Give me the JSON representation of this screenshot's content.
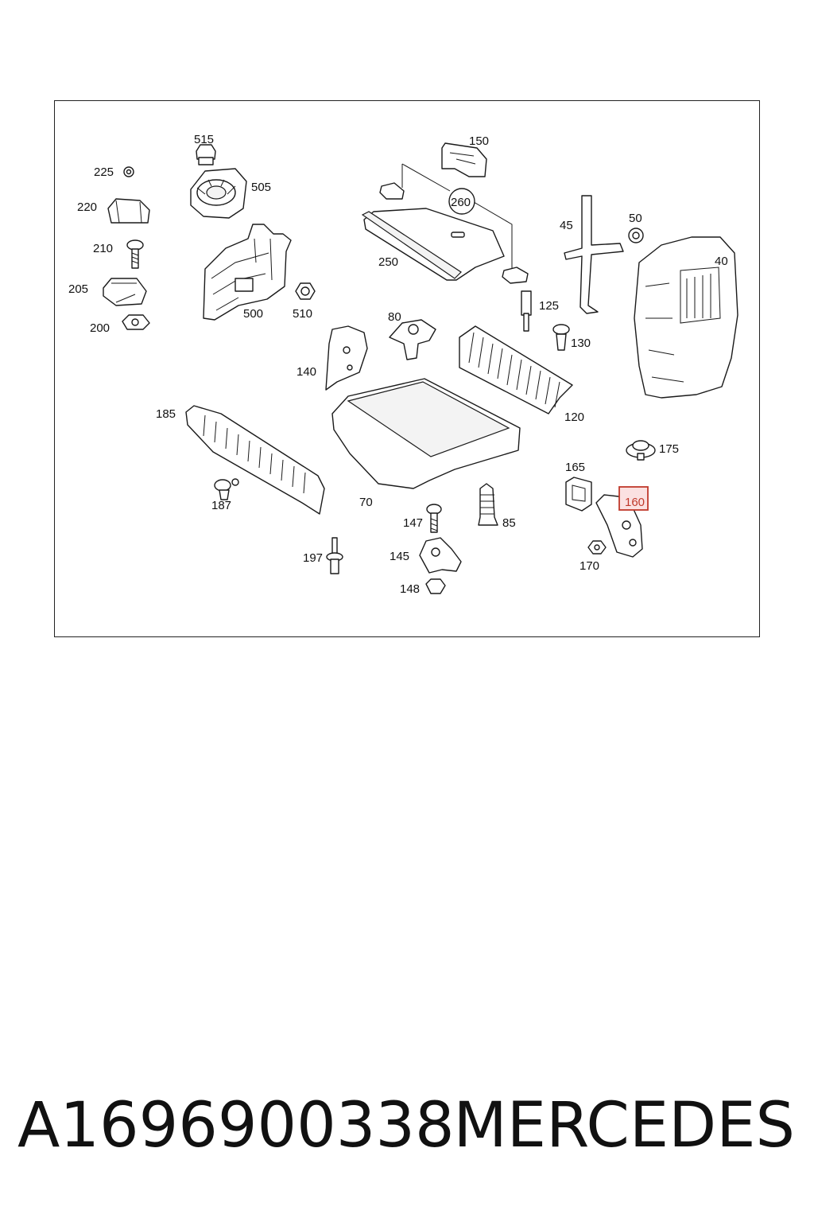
{
  "diagram": {
    "labels": {
      "l515": "515",
      "l505": "505",
      "l500": "500",
      "l510": "510",
      "l225": "225",
      "l220": "220",
      "l210": "210",
      "l205": "205",
      "l200": "200",
      "l150": "150",
      "l260": "260",
      "l250": "250",
      "l125": "125",
      "l130": "130",
      "l45": "45",
      "l50": "50",
      "l40": "40",
      "l80": "80",
      "l140": "140",
      "l120": "120",
      "l185": "185",
      "l187": "187",
      "l70": "70",
      "l147": "147",
      "l85": "85",
      "l145": "145",
      "l148": "148",
      "l197": "197",
      "l165": "165",
      "l160": "160",
      "l170": "170",
      "l175": "175"
    },
    "highlight_color": "#c0392b"
  },
  "footer": {
    "part_number": "A1696900338",
    "brand": "MERCEDES"
  }
}
